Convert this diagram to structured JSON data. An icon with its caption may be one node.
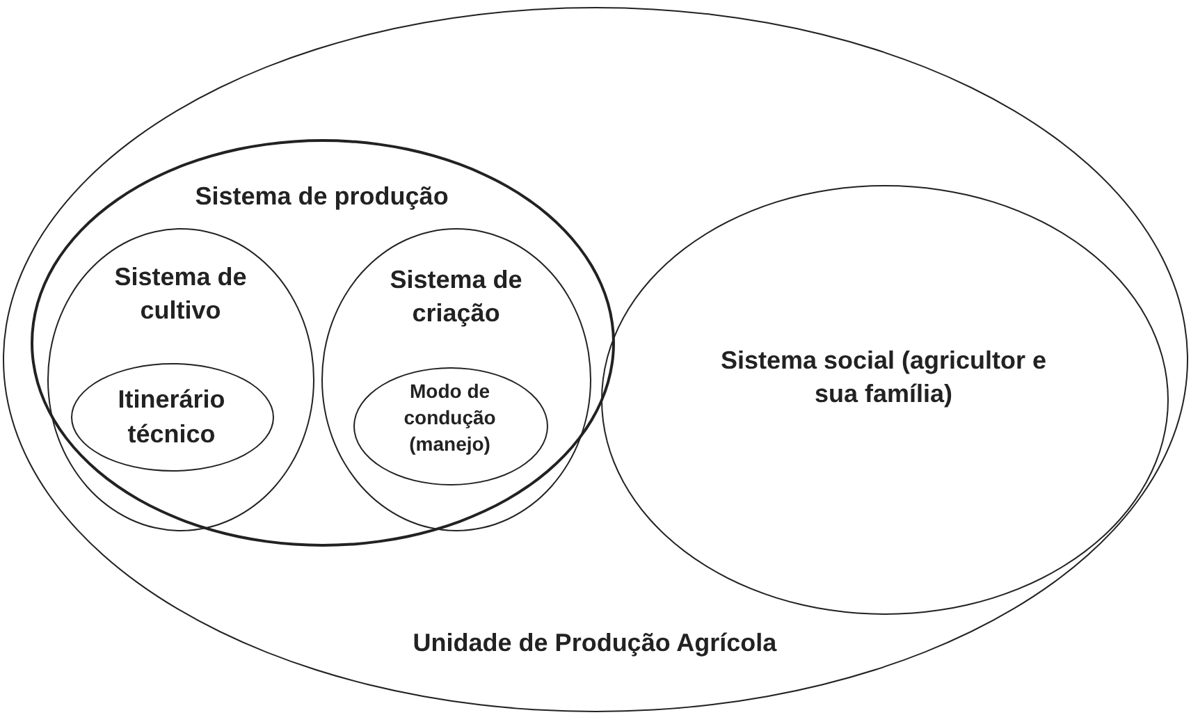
{
  "diagram": {
    "nodes": [
      {
        "text": [
          "Unidade de Produção Agrícola"
        ]
      },
      {
        "text": [
          "Sistema de produção"
        ],
        "in": 0
      },
      {
        "text": [
          "Sistema de cultivo"
        ],
        "in": 1
      },
      {
        "text": [
          "Itinerário técnico"
        ],
        "in": 2
      },
      {
        "text": [
          "Sistema de criação"
        ],
        "in": 1
      },
      {
        "text": [
          "Modo de condução (manejo)"
        ],
        "in": 4
      },
      {
        "text": [
          "Sistema social (agricultor e sua família)"
        ],
        "in": 0
      }
    ],
    "edges": []
  }
}
